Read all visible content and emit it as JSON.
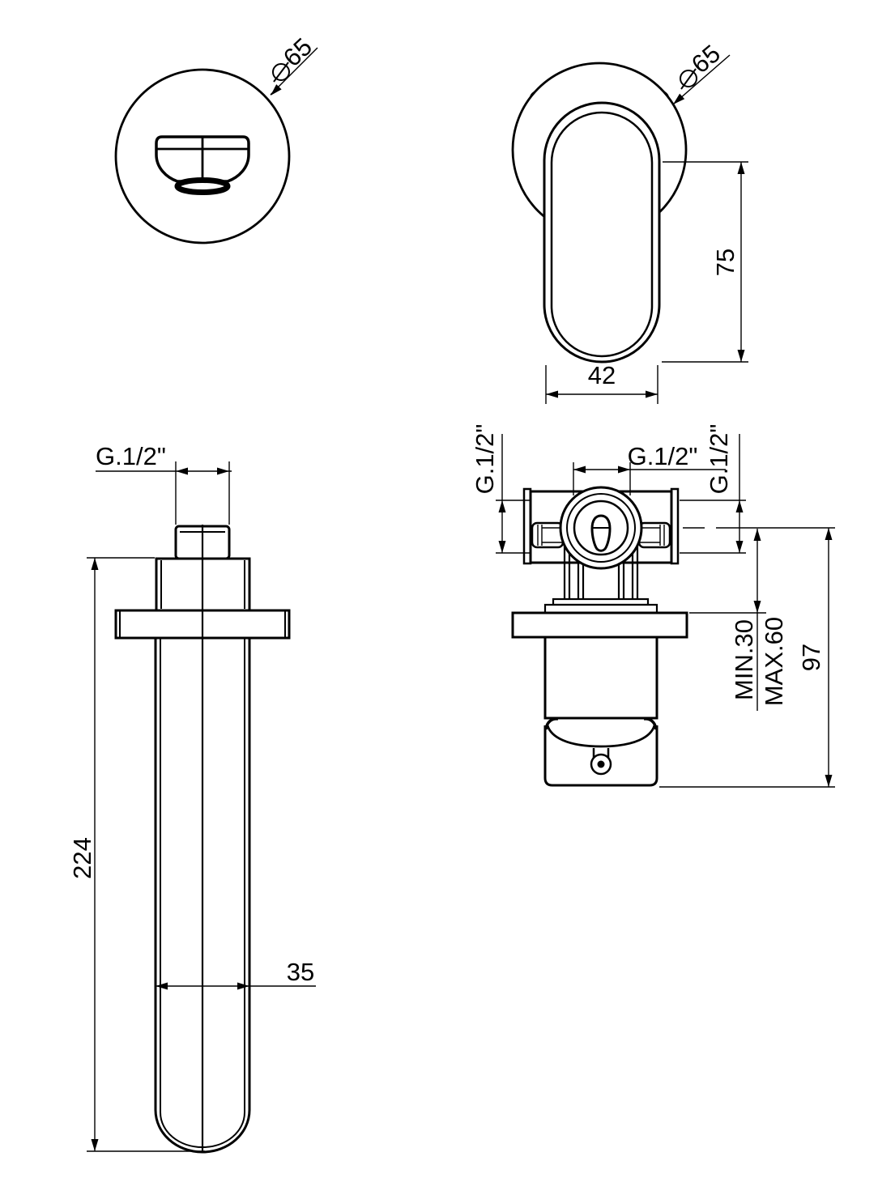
{
  "views": {
    "spout_front": {
      "diameter_value": "65"
    },
    "handle_front": {
      "diameter_value": "65",
      "height_mm": "75",
      "width_mm": "42"
    },
    "spout_side": {
      "thread_size": "G.1/2\"",
      "length_mm": "224",
      "tube_diameter_mm": "35"
    },
    "valve_side": {
      "thread_left": "G.1/2\"",
      "thread_top": "G.1/2\"",
      "thread_right": "G.1/2\"",
      "recess_min": "MIN.30",
      "recess_max": "MAX.60",
      "height_mm": "97"
    }
  },
  "colors": {
    "line": "#000000",
    "background": "#ffffff"
  }
}
